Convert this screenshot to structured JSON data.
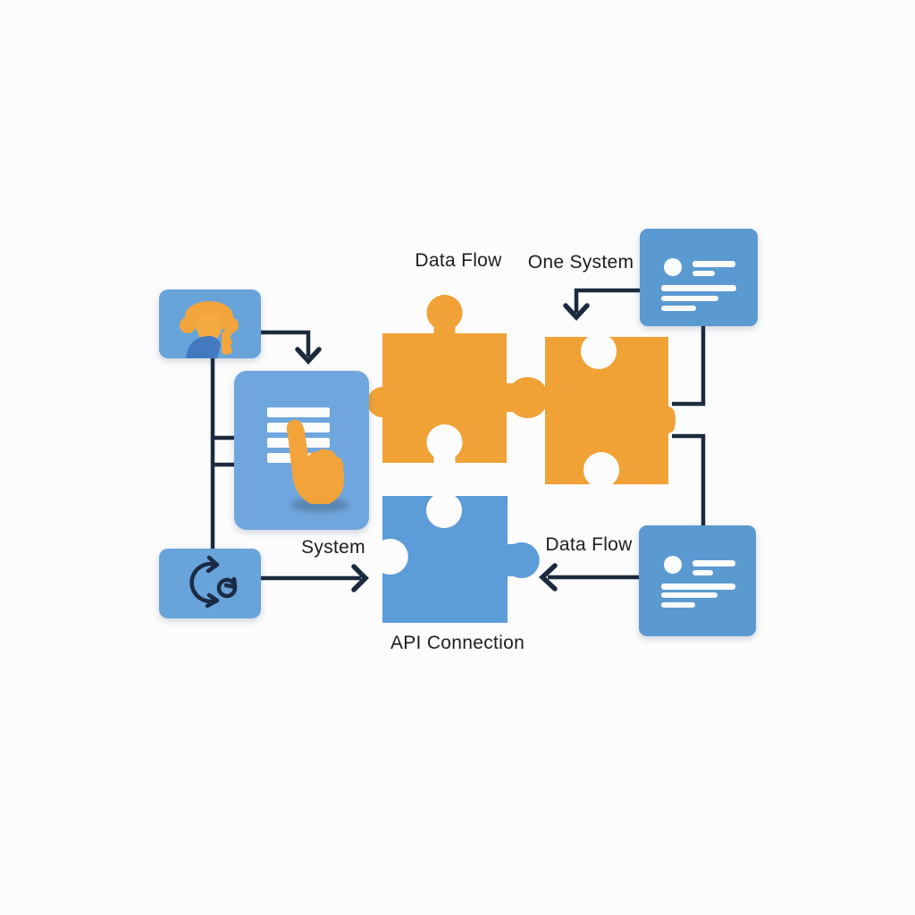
{
  "labels": {
    "data_flow_top": "Data Flow",
    "one_system": "One System",
    "system": "System",
    "data_flow_bottom": "Data Flow",
    "api_connection": "API Connection"
  },
  "icons": {
    "person_box": "user-icon",
    "system_box": "checklist-pointer-hand-icon",
    "sync_box": "sync-arrows-icon",
    "card_top_right": "document-card-icon",
    "card_bottom_right": "document-card-icon",
    "puzzle_orange_pair": "interlocking-puzzle-pieces",
    "puzzle_blue": "puzzle-piece"
  },
  "colors": {
    "puzzle_orange": "#f0a236",
    "puzzle_blue": "#5c9cd8",
    "box_blue": "#68a3da",
    "system_box_blue": "#6fa6dd",
    "card_blue": "#5b99d1",
    "connector_navy": "#1c2a3e",
    "icon_navy": "#1b2b45",
    "shirt_blue": "#4379bf",
    "content_white": "#fafbfd",
    "text": "#1d1d1f",
    "background": "#fcfcfc"
  }
}
